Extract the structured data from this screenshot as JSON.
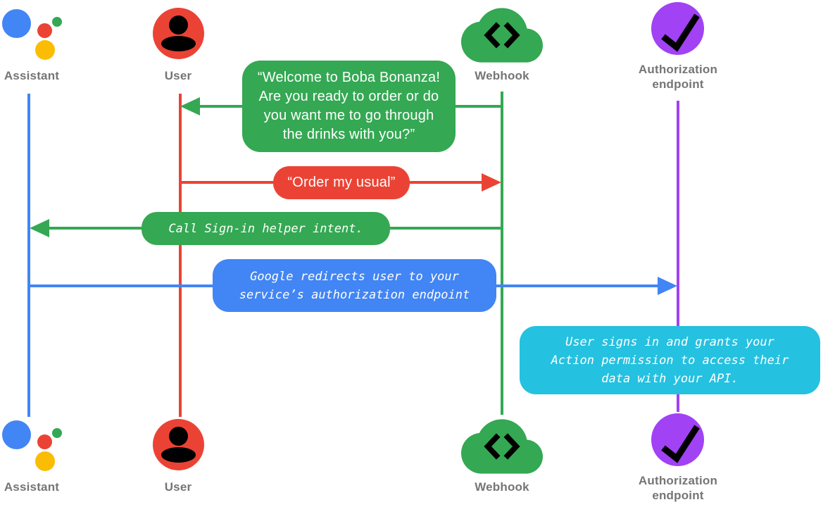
{
  "diagram": {
    "title": "Account linking sign-in flow sequence diagram",
    "background": "#ffffff"
  },
  "actors": [
    {
      "id": "assistant",
      "label": "Assistant",
      "icon": "google-assistant-icon",
      "lifeline_color": "#4285F4"
    },
    {
      "id": "user",
      "label": "User",
      "icon": "person-icon",
      "lifeline_color": "#EA4335"
    },
    {
      "id": "webhook",
      "label": "Webhook",
      "icon": "cloud-code-icon",
      "lifeline_color": "#34A853"
    },
    {
      "id": "auth_endpoint",
      "label": "Authorization endpoint",
      "icon": "checkmark-circle-icon",
      "lifeline_color": "#A142F4"
    }
  ],
  "messages": [
    {
      "from": "webhook",
      "to": "user",
      "direction": "left",
      "color": "#34A853",
      "text_style": "sans",
      "text": "“Welcome to Boba Bonanza!\nAre you ready to order or do\nyou want me to go through\nthe drinks with you?”"
    },
    {
      "from": "user",
      "to": "webhook",
      "direction": "right",
      "color": "#EA4335",
      "text_style": "sans",
      "text": "“Order my usual”"
    },
    {
      "from": "webhook",
      "to": "assistant",
      "direction": "left",
      "color": "#34A853",
      "text_style": "mono-italic",
      "text": "Call Sign-in helper intent."
    },
    {
      "from": "assistant",
      "to": "auth_endpoint",
      "direction": "right",
      "color": "#4285F4",
      "text_style": "mono-italic",
      "text": "Google redirects user to your\nservice’s authorization endpoint"
    }
  ],
  "notes": [
    {
      "anchor": "auth_endpoint",
      "color": "#24C1E0",
      "text_style": "mono-italic",
      "text": "User signs in and grants your\nAction permission to access their\ndata with your API."
    }
  ],
  "palette": {
    "blue": "#4285F4",
    "red": "#EA4335",
    "green": "#34A853",
    "yellow": "#FBBC04",
    "purple": "#A142F4",
    "cyan": "#24C1E0",
    "label_gray": "#757575",
    "bubble_text": "#ffffff",
    "icon_glyph": "#000000"
  }
}
